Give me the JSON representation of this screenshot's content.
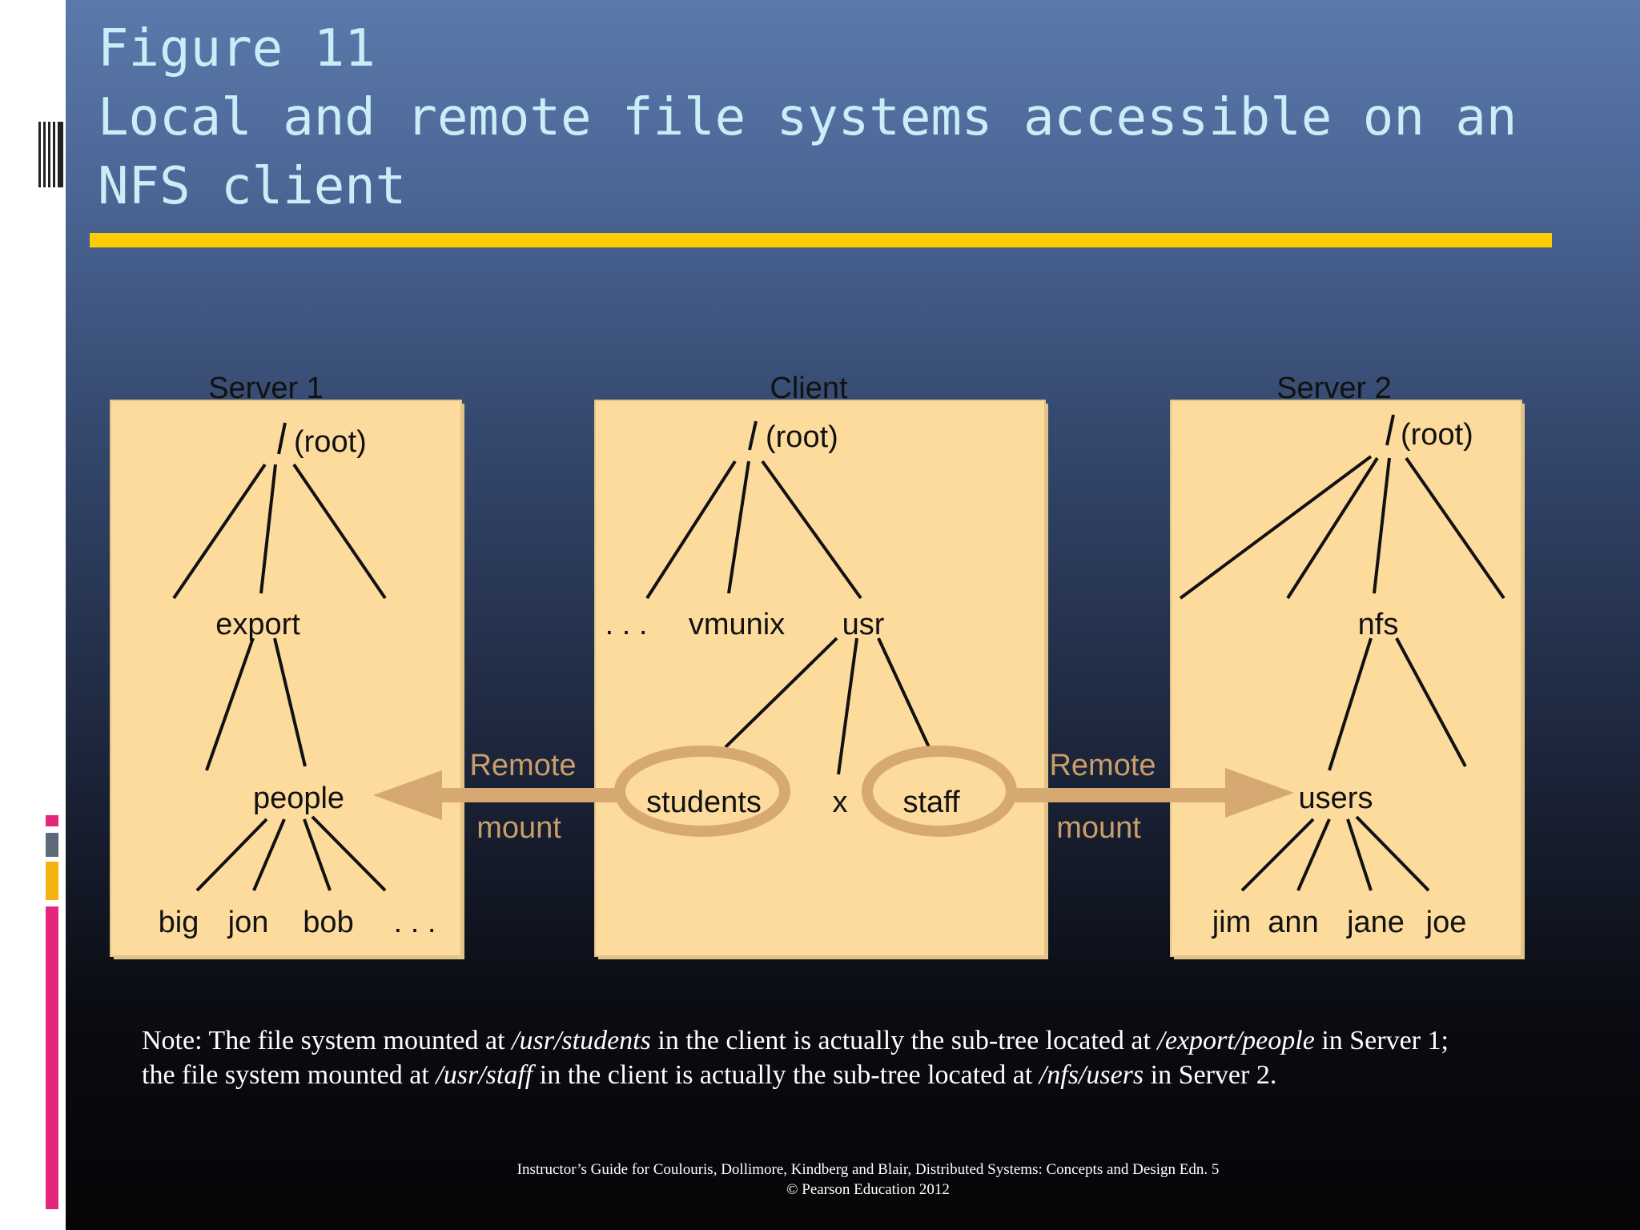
{
  "slide": {
    "title_line1": "Figure 11",
    "title_line2": "Local and remote file systems accessible on an",
    "title_line3": "NFS client"
  },
  "diagram": {
    "server1": {
      "label": "Server 1",
      "root": "(root)",
      "export": "export",
      "people": "people",
      "leaves": [
        "big",
        "jon",
        "bob",
        ". . ."
      ]
    },
    "client": {
      "label": "Client",
      "root": "(root)",
      "dots": ". . .",
      "vmunix": "vmunix",
      "usr": "usr",
      "students": "students",
      "x": "x",
      "staff": "staff"
    },
    "server2": {
      "label": "Server 2",
      "root": "(root)",
      "nfs": "nfs",
      "users": "users",
      "leaves": [
        "jim",
        "ann",
        "jane",
        "joe"
      ]
    },
    "arrow_left": {
      "line1": "Remote",
      "line2": "mount"
    },
    "arrow_right": {
      "line1": "Remote",
      "line2": "mount"
    },
    "root_slash": "/"
  },
  "note": {
    "p1": "Note: The file system mounted at ",
    "p2": "/usr/students",
    "p3": " in the client is actually the sub-tree located at ",
    "p4": "/export/people",
    "p5": " in Server 1;",
    "p6": "the file system mounted at ",
    "p7": "/usr/staff",
    "p8": " in the client is actually the sub-tree located at ",
    "p9": "/nfs/users",
    "p10": " in Server 2."
  },
  "footer": {
    "line1": "Instructor’s Guide for  Coulouris, Dollimore, Kindberg and Blair,  Distributed Systems: Concepts and Design   Edn. 5",
    "line2": "©  Pearson Education 2012"
  },
  "colors": {
    "panel": "#fddb9d",
    "mount_arrow": "#d6a872",
    "title_text": "#c9eef8",
    "title_rule": "#ffcb05",
    "accent_pink": "#e5267d",
    "accent_orange": "#f6b310",
    "accent_gray": "#5d6a78"
  }
}
